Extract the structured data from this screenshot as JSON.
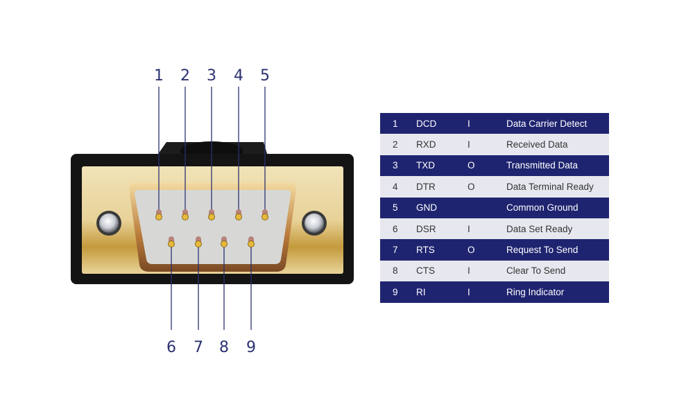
{
  "diagram": {
    "top_pin_labels": [
      "1",
      "2",
      "3",
      "4",
      "5"
    ],
    "bottom_pin_labels": [
      "6",
      "7",
      "8",
      "9"
    ],
    "line_color": "#2b3170"
  },
  "table": {
    "colors": {
      "dark": "#1f2470",
      "light": "#e7e8ef"
    },
    "rows": [
      {
        "pin": "1",
        "signal": "DCD",
        "dir": "I",
        "desc": "Data Carrier Detect"
      },
      {
        "pin": "2",
        "signal": "RXD",
        "dir": "I",
        "desc": "Received Data"
      },
      {
        "pin": "3",
        "signal": "TXD",
        "dir": "O",
        "desc": "Transmitted Data"
      },
      {
        "pin": "4",
        "signal": "DTR",
        "dir": "O",
        "desc": "Data Terminal Ready"
      },
      {
        "pin": "5",
        "signal": "GND",
        "dir": "",
        "desc": "Common Ground"
      },
      {
        "pin": "6",
        "signal": "DSR",
        "dir": "I",
        "desc": "Data Set Ready"
      },
      {
        "pin": "7",
        "signal": "RTS",
        "dir": "O",
        "desc": "Request To Send"
      },
      {
        "pin": "8",
        "signal": "CTS",
        "dir": "I",
        "desc": "Clear To Send"
      },
      {
        "pin": "9",
        "signal": "RI",
        "dir": "I",
        "desc": "Ring Indicator"
      }
    ]
  }
}
